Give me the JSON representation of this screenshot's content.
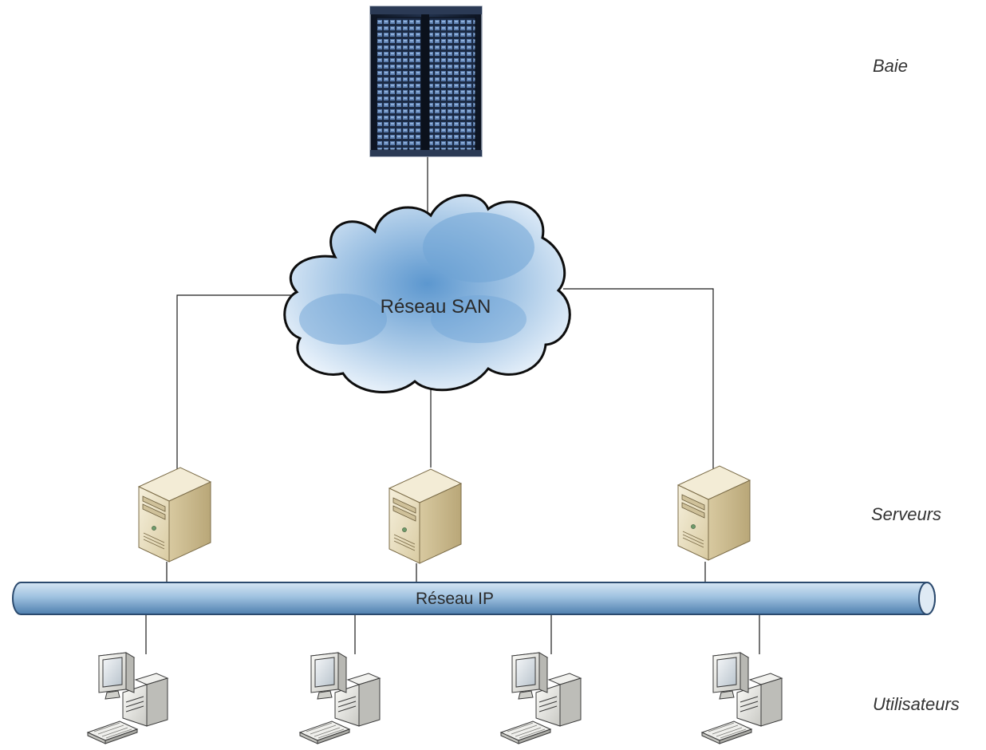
{
  "labels": {
    "baie": "Baie",
    "serveurs": "Serveurs",
    "utilisateurs": "Utilisateurs"
  },
  "networks": {
    "san": "Réseau SAN",
    "ip": "Réseau IP"
  },
  "counts": {
    "servers": 3,
    "workstations": 4
  },
  "icons": {
    "storage": "storage-array-icon",
    "cloud": "cloud-icon",
    "server": "server-tower-icon",
    "workstation": "desktop-computer-icon"
  },
  "colors": {
    "cloud_fill": "#b9d3ea",
    "pipe_fill": "#9fc2e0",
    "server_body": "#e7dcc0",
    "workstation_body": "#e4e4e0",
    "rack_body": "#1c2a40"
  }
}
